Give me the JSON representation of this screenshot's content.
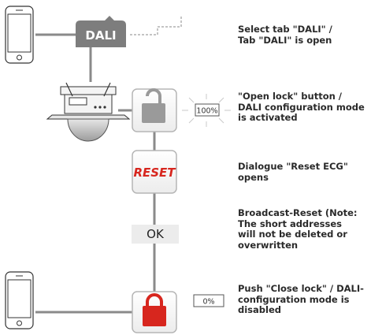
{
  "tab_label": "DALI",
  "reset_label": "RESET",
  "ok_label": "OK",
  "percent_open": "100%",
  "percent_closed": "0%",
  "steps": [
    {
      "lines": [
        "Select tab \"DALI\" /",
        "Tab \"DALI\" is open"
      ]
    },
    {
      "lines": [
        "\"Open lock\" button /",
        "DALI configuration mode",
        "is activated"
      ]
    },
    {
      "lines": [
        "Dialogue \"Reset ECG\"",
        "opens"
      ]
    },
    {
      "lines": [
        "Broadcast-Reset (Note:",
        "The short addresses",
        "will not be deleted or",
        "overwritten"
      ]
    },
    {
      "lines": [
        "Push \"Close lock\" / DALI-",
        "configuration mode is",
        "disabled"
      ]
    }
  ],
  "colors": {
    "line_gray": "#8a8a8a",
    "tab_gray": "#7d7d7d",
    "reset_red": "#d7261e",
    "lock_red": "#d7261e",
    "lock_gray": "#9a9a9a",
    "button_border": "#b5b5b5",
    "glow": "#c9c9c9"
  },
  "icons": [
    "smartphone-icon",
    "sensor-device-icon",
    "lock-open-icon",
    "lock-closed-icon"
  ]
}
